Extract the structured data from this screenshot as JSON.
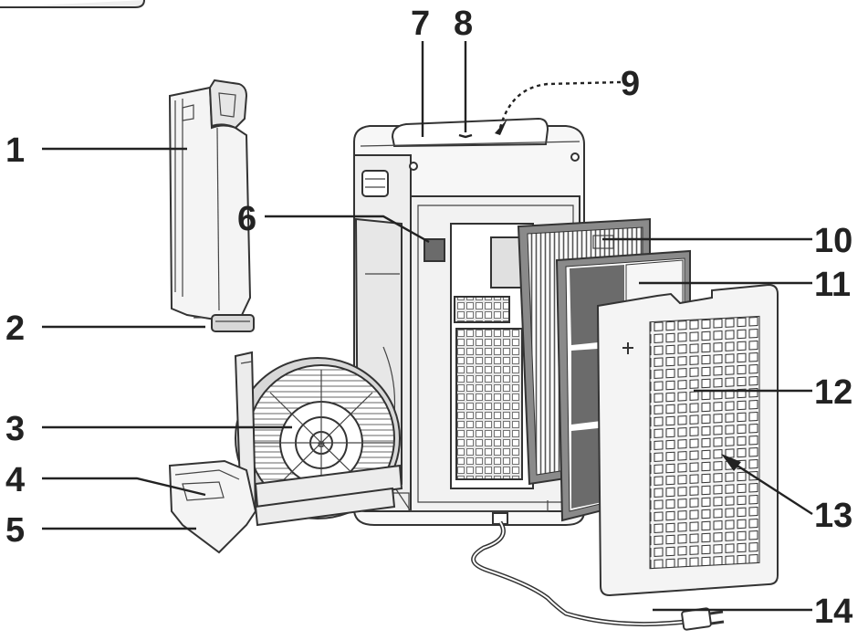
{
  "labels": [
    {
      "id": "1",
      "text": "1"
    },
    {
      "id": "2",
      "text": "2"
    },
    {
      "id": "3",
      "text": "3"
    },
    {
      "id": "4",
      "text": "4"
    },
    {
      "id": "5",
      "text": "5"
    },
    {
      "id": "6",
      "text": "6"
    },
    {
      "id": "7",
      "text": "7"
    },
    {
      "id": "8",
      "text": "8"
    },
    {
      "id": "9",
      "text": "9"
    },
    {
      "id": "10",
      "text": "10"
    },
    {
      "id": "11",
      "text": "11"
    },
    {
      "id": "12",
      "text": "12"
    },
    {
      "id": "13",
      "text": "13"
    },
    {
      "id": "14",
      "text": "14"
    }
  ],
  "colors": {
    "line": "#222222",
    "panel": "#f2f2f2",
    "body": "#f7f7f7",
    "filter_dark": "#6b6b6b",
    "filter_mid": "#8a8a8a"
  }
}
